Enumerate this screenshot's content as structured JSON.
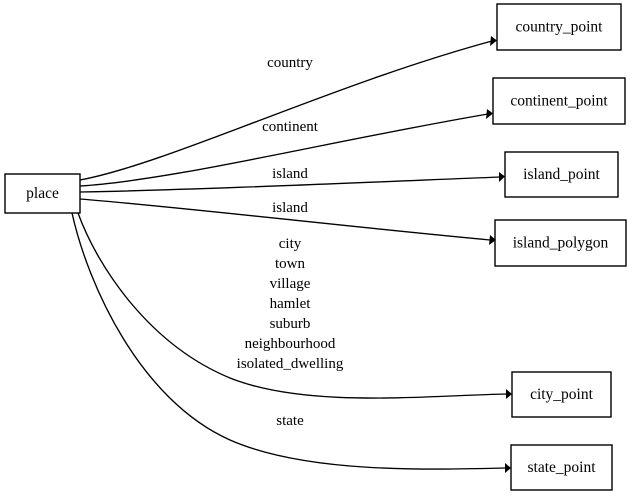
{
  "diagram": {
    "type": "directed-graph",
    "background_color": "#ffffff",
    "line_color": "#000000",
    "source_node": {
      "id": "place",
      "label": "place"
    },
    "target_nodes": [
      {
        "id": "country_point",
        "label": "country_point"
      },
      {
        "id": "continent_point",
        "label": "continent_point"
      },
      {
        "id": "island_point",
        "label": "island_point"
      },
      {
        "id": "island_polygon",
        "label": "island_polygon"
      },
      {
        "id": "city_point",
        "label": "city_point"
      },
      {
        "id": "state_point",
        "label": "state_point"
      }
    ],
    "edges": [
      {
        "from": "place",
        "to": "country_point",
        "label": "country"
      },
      {
        "from": "place",
        "to": "continent_point",
        "label": "continent"
      },
      {
        "from": "place",
        "to": "island_point",
        "label": "island"
      },
      {
        "from": "place",
        "to": "island_polygon",
        "label": "island"
      },
      {
        "from": "place",
        "to": "city_point",
        "label": "city\ntown\nvillage\nhamlet\nsuburb\nneighbourhood\nisolated_dwelling"
      },
      {
        "from": "place",
        "to": "state_point",
        "label": "state"
      }
    ],
    "edge_label_lines": {
      "country": [
        "country"
      ],
      "continent": [
        "continent"
      ],
      "island_1": [
        "island"
      ],
      "island_2": [
        "island"
      ],
      "city": [
        "city",
        "town",
        "village",
        "hamlet",
        "suburb",
        "neighbourhood",
        "isolated_dwelling"
      ],
      "state": [
        "state"
      ]
    }
  }
}
